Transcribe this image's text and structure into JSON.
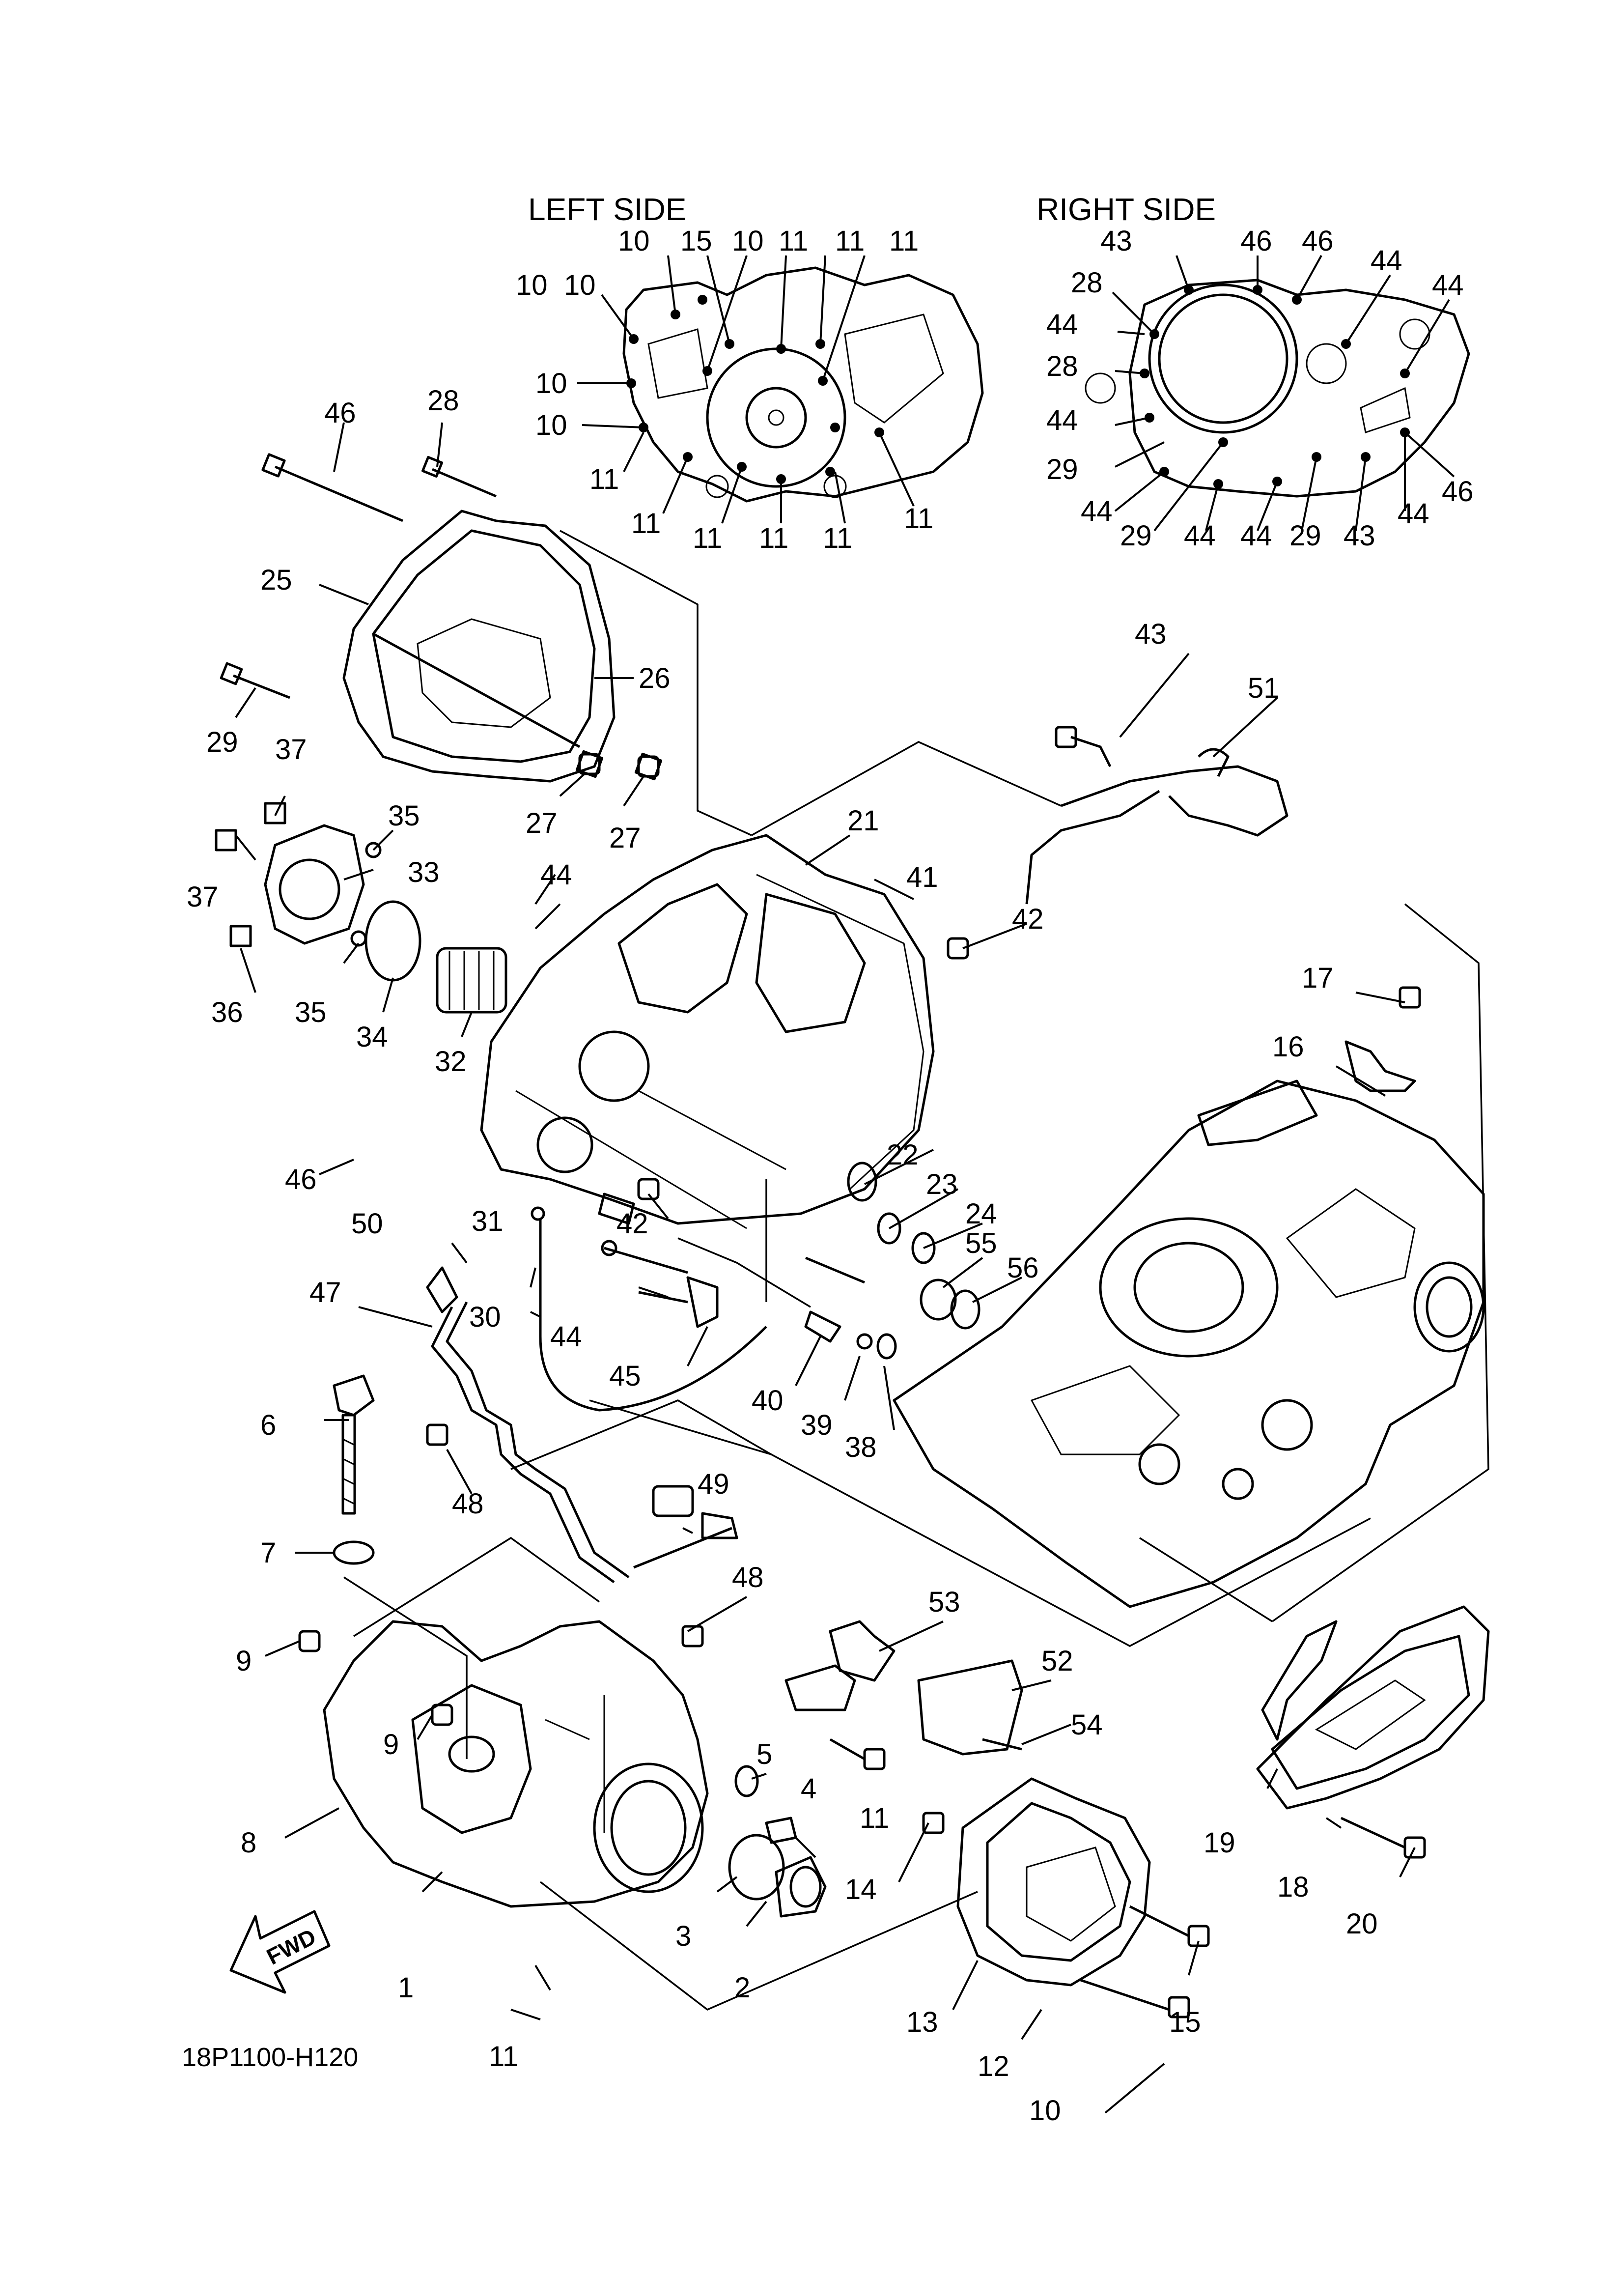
{
  "headers": {
    "left_side": "LEFT SIDE",
    "right_side": "RIGHT SIDE"
  },
  "diagram_code": "18P1100-H120",
  "fwd_label": "FWD",
  "callouts": {
    "c1": "1",
    "c2": "2",
    "c3": "3",
    "c4": "4",
    "c5": "5",
    "c6": "6",
    "c7": "7",
    "c8": "8",
    "c9a": "9",
    "c9b": "9",
    "c10a": "10",
    "c11a": "11",
    "c11b": "11",
    "c12": "12",
    "c13": "13",
    "c14": "14",
    "c15": "15",
    "c16": "16",
    "c17": "17",
    "c18": "18",
    "c19": "19",
    "c20": "20",
    "c21": "21",
    "c22": "22",
    "c23": "23",
    "c24": "24",
    "c25": "25",
    "c26": "26",
    "c27a": "27",
    "c27b": "27",
    "c28": "28",
    "c29": "29",
    "c30": "30",
    "c31": "31",
    "c32": "32",
    "c33": "33",
    "c34": "34",
    "c35a": "35",
    "c35b": "35",
    "c36": "36",
    "c37a": "37",
    "c37b": "37",
    "c38": "38",
    "c39": "39",
    "c40": "40",
    "c41": "41",
    "c42a": "42",
    "c42b": "42",
    "c43": "43",
    "c44a": "44",
    "c44b": "44",
    "c45": "45",
    "c46a": "46",
    "c46b": "46",
    "c47": "47",
    "c48a": "48",
    "c48b": "48",
    "c49": "49",
    "c50": "50",
    "c51": "51",
    "c52": "52",
    "c53": "53",
    "c54": "54",
    "c55": "55",
    "c56": "56"
  },
  "left_side_callouts": {
    "l1": "10",
    "l2": "15",
    "l3": "10",
    "l4": "11",
    "l5": "11",
    "l6": "11",
    "l7": "10",
    "l8": "10",
    "l9": "10",
    "l10": "10",
    "l11": "11",
    "l12": "11",
    "l13": "11",
    "l14": "11",
    "l15": "11",
    "l16": "11"
  },
  "right_side_callouts": {
    "r1": "43",
    "r2": "46",
    "r3": "46",
    "r4": "44",
    "r5": "44",
    "r6": "28",
    "r7": "44",
    "r8": "28",
    "r9": "44",
    "r10": "29",
    "r11": "44",
    "r12": "29",
    "r13": "44",
    "r14": "44",
    "r15": "29",
    "r16": "43",
    "r17": "44",
    "r18": "46"
  }
}
